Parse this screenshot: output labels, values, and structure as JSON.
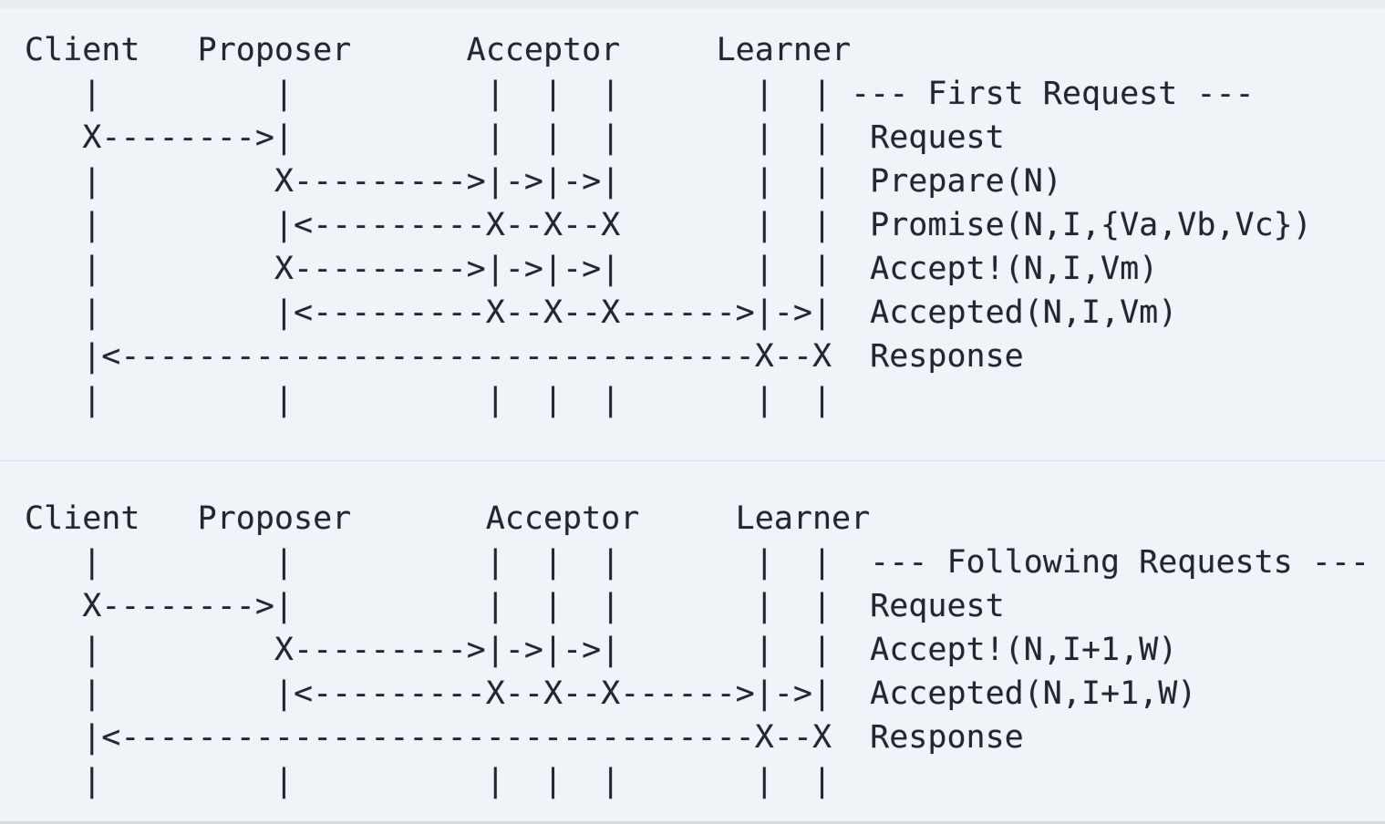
{
  "colors": {
    "background": "#f0f4f8",
    "text": "#23272d",
    "divider": "#dfe3e9",
    "edge_top": "#e9edf3",
    "edge_bottom": "#d5d9de"
  },
  "diagram_first_request": {
    "section_title": "--- First Request ---",
    "actors": [
      "Client",
      "Proposer",
      "Acceptor",
      "Learner"
    ],
    "acceptor_count": 3,
    "learner_count": 2,
    "message_labels": [
      "Request",
      "Prepare(N)",
      "Promise(N,I,{Va,Vb,Vc})",
      "Accept!(N,I,Vm)",
      "Accepted(N,I,Vm)",
      "Response"
    ],
    "ascii": "Client   Proposer      Acceptor     Learner\n   |         |          |  |  |       |  | --- First Request ---\n   X-------->|          |  |  |       |  |  Request\n   |         X--------->|->|->|       |  |  Prepare(N)\n   |         |<---------X--X--X       |  |  Promise(N,I,{Va,Vb,Vc})\n   |         X--------->|->|->|       |  |  Accept!(N,I,Vm)\n   |         |<---------X--X--X------>|->|  Accepted(N,I,Vm)\n   |<---------------------------------X--X  Response\n   |         |          |  |  |       |  |"
  },
  "diagram_following_requests": {
    "section_title": "--- Following Requests ---",
    "actors": [
      "Client",
      "Proposer",
      "Acceptor",
      "Learner"
    ],
    "acceptor_count": 3,
    "learner_count": 2,
    "message_labels": [
      "Request",
      "Accept!(N,I+1,W)",
      "Accepted(N,I+1,W)",
      "Response"
    ],
    "ascii": "Client   Proposer       Acceptor     Learner\n   |         |          |  |  |       |  |  --- Following Requests ---\n   X-------->|          |  |  |       |  |  Request\n   |         X--------->|->|->|       |  |  Accept!(N,I+1,W)\n   |         |<---------X--X--X------>|->|  Accepted(N,I+1,W)\n   |<---------------------------------X--X  Response\n   |         |          |  |  |       |  |"
  }
}
